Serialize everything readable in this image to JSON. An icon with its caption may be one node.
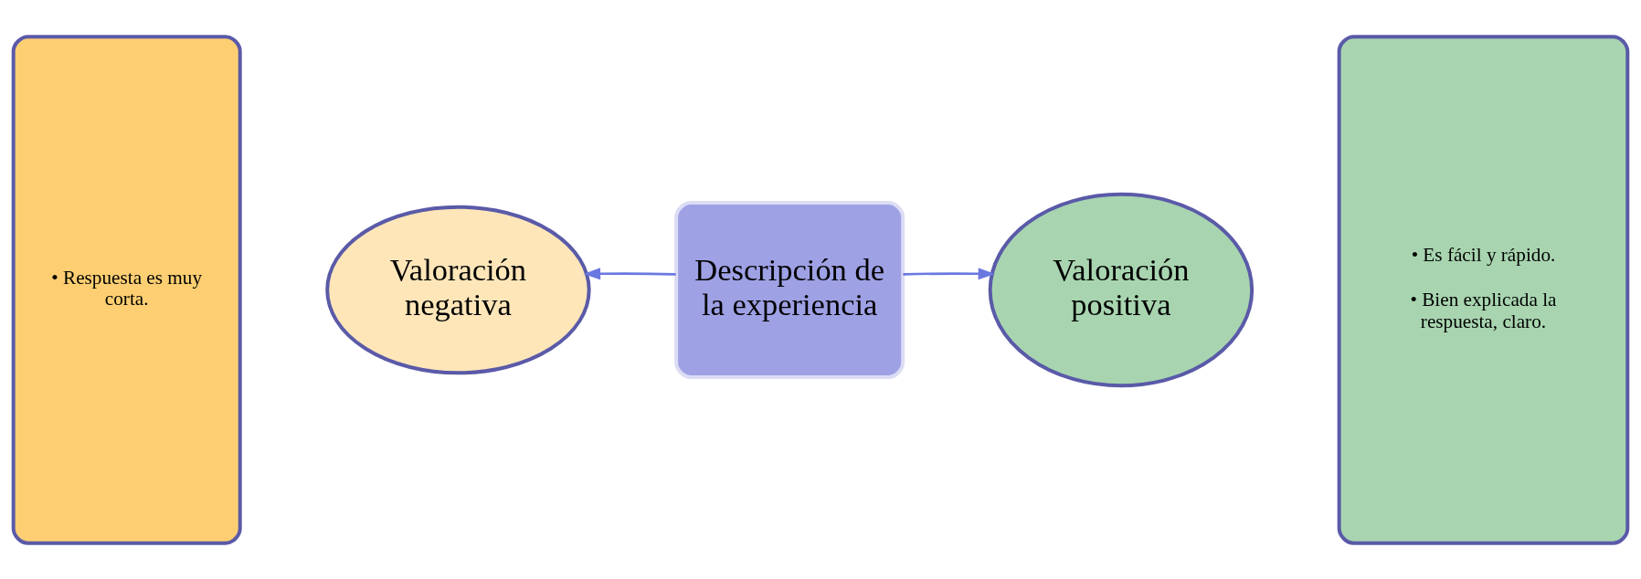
{
  "diagram": {
    "nodes": [
      {
        "text": [
          "• Respuesta es muy corta."
        ]
      },
      {
        "text": [
          "Valoración negativa"
        ]
      },
      {
        "text": [
          "Descripción de la experiencia"
        ]
      },
      {
        "text": [
          "Valoración positiva"
        ]
      },
      {
        "text": [
          "• Es fácil y rápido.",
          "• Bien explicada la respuesta, claro."
        ]
      }
    ],
    "edges": [
      {
        "from": 2,
        "to": 1,
        "arrow": "to"
      },
      {
        "from": 2,
        "to": 3,
        "arrow": "to"
      }
    ]
  }
}
